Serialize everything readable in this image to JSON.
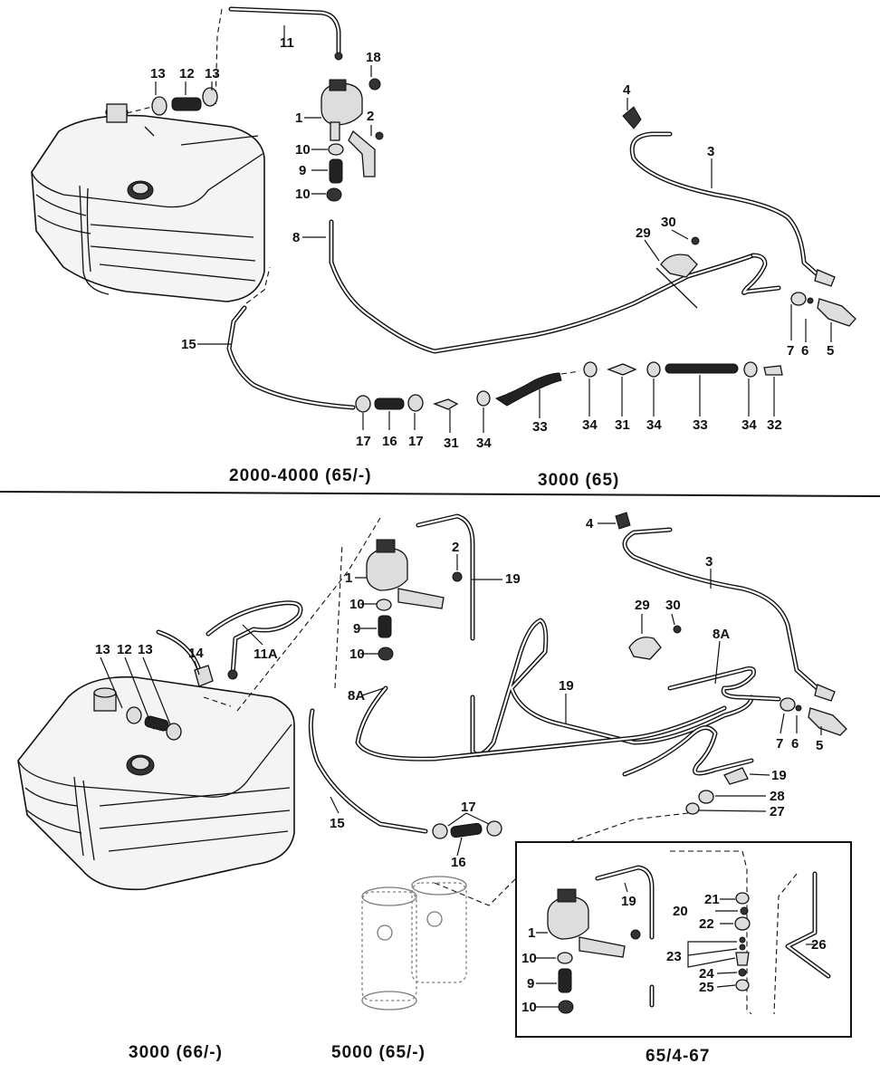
{
  "captions": {
    "top_left": "2000-4000 (65/-)",
    "top_right": "3000 (65)",
    "bottom_left": "3000 (66/-)",
    "bottom_mid": "5000 (65/-)",
    "bottom_right": "65/4-67"
  },
  "callouts": {
    "top": [
      "11",
      "13",
      "12",
      "13",
      "18",
      "1",
      "2",
      "10",
      "9",
      "10",
      "8",
      "4",
      "3",
      "30",
      "29",
      "15",
      "7",
      "6",
      "5",
      "17",
      "16",
      "17",
      "31",
      "34",
      "33",
      "34",
      "31",
      "34",
      "33",
      "34",
      "32"
    ],
    "bottom": [
      "4",
      "2",
      "19",
      "3",
      "1",
      "10",
      "9",
      "10",
      "11A",
      "13",
      "12",
      "13",
      "14",
      "29",
      "30",
      "8A",
      "19",
      "8A",
      "7",
      "6",
      "5",
      "19",
      "28",
      "27",
      "15",
      "17",
      "16"
    ],
    "inset": [
      "19",
      "21",
      "20",
      "22",
      "1",
      "23",
      "26",
      "10",
      "24",
      "25",
      "9",
      "10"
    ]
  }
}
